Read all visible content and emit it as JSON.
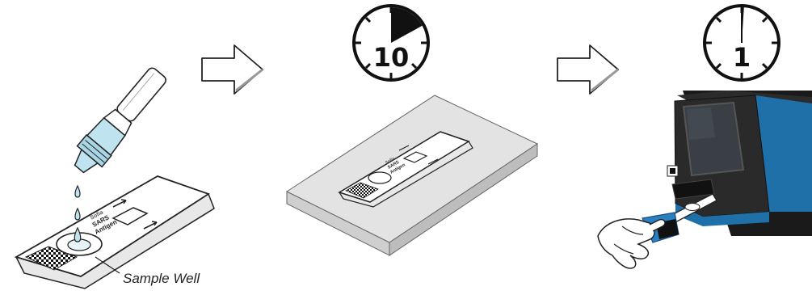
{
  "steps": [
    {
      "id": "apply-sample",
      "strip_brand": "Sofia",
      "strip_line1": "SARS",
      "strip_line2": "Antigen",
      "callout": "Sample Well"
    },
    {
      "id": "incubate",
      "timer_minutes": "10",
      "timer_elapsed_fraction": 0.17,
      "strip_brand": "Sofia",
      "strip_line1": "SARS",
      "strip_line2": "Antigen"
    },
    {
      "id": "read-in-analyzer",
      "timer_minutes": "1",
      "timer_elapsed_fraction": 0.01
    }
  ],
  "colors": {
    "analyzer_blue": "#1f6fa8",
    "analyzer_dark": "#1a1a1a",
    "screen": "#3a3f45",
    "liquid": "#bfe3ef",
    "strip_holder_blue": "#2a7fc1"
  },
  "icons": [
    "arrow-right-icon",
    "timer-icon",
    "dropper-icon",
    "test-cassette-icon",
    "analyzer-icon",
    "hand-icon"
  ]
}
